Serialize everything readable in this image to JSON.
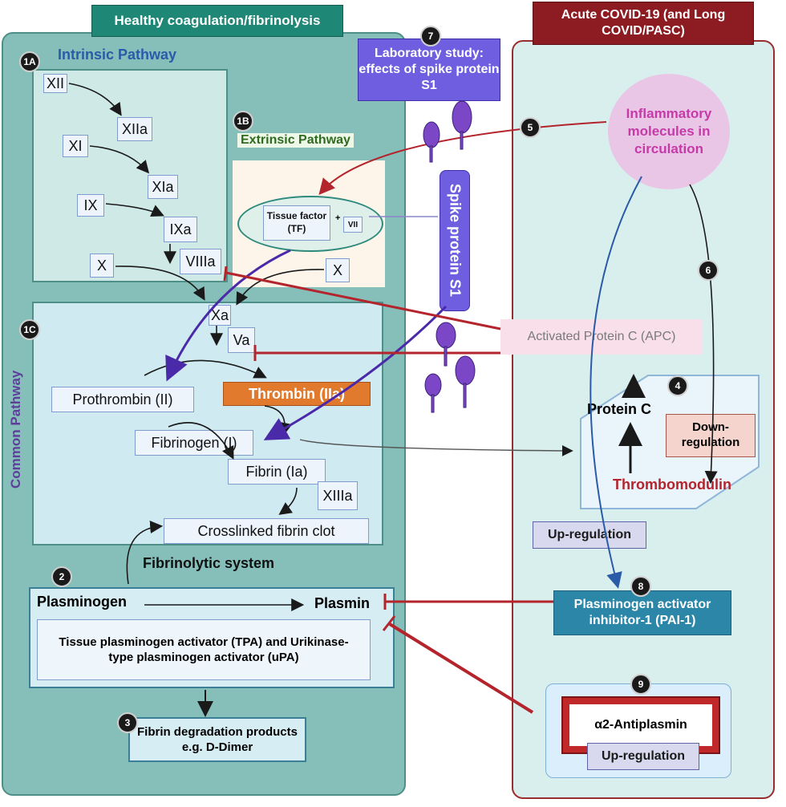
{
  "headers": {
    "left": "Healthy coagulation/fibrinolysis",
    "right": "Acute COVID-19 (and Long COVID/PASC)"
  },
  "step_numbers": {
    "n1a": "1A",
    "n1b": "1B",
    "n1c": "1C",
    "n2": "2",
    "n3": "3",
    "n4": "4",
    "n5": "5",
    "n6": "6",
    "n7": "7",
    "n8": "8",
    "n9": "9"
  },
  "intrinsic": {
    "title": "Intrinsic Pathway",
    "factors": [
      "XII",
      "XIIa",
      "XI",
      "XIa",
      "IX",
      "IXa",
      "VIIIa",
      "X"
    ]
  },
  "extrinsic": {
    "title": "Extrinsic Pathway",
    "tissue_factor": "Tissue factor (TF)",
    "plus": "+",
    "vii": "VII",
    "x": "X"
  },
  "common": {
    "title": "Common Pathway",
    "xa": "Xa",
    "va": "Va",
    "prothrombin": "Prothrombin (II)",
    "thrombin": "Thrombin (IIa)",
    "fibrinogen": "Fibrinogen (I)",
    "fibrin": "Fibrin (Ia)",
    "xiiia": "XIIIa",
    "clot": "Crosslinked fibrin clot"
  },
  "fibrinolytic": {
    "title": "Fibrinolytic system",
    "plasminogen": "Plasminogen",
    "plasmin": "Plasmin",
    "activators": "Tissue plasminogen activator (TPA) and Urikinase-type plasminogen activator (uPA)",
    "fdp": "Fibrin degradation products e.g. D-Dimer"
  },
  "lab_study": "Laboratory study: effects of spike protein S1",
  "spike_protein": "Spike protein S1",
  "covid": {
    "inflammatory": "Inflammatory molecules in circulation",
    "apc": "Activated Protein C (APC)",
    "protein_c": "Protein C",
    "down_regulation": "Down-regulation",
    "thrombomodulin": "Thrombomodulin",
    "up_regulation_pai": "Up-regulation",
    "pai": "Plasminogen activator inhibitor-1 (PAI-1)",
    "antiplasmin": "α2-Antiplasmin",
    "up_regulation_anti": "Up-regulation"
  },
  "colors": {
    "panel_left": "#86bfb9",
    "panel_right": "#d9efed",
    "thrombin": "#e27a2d",
    "inhibition": "#b3242c",
    "spike": "#6f5fe0",
    "thrombomodulin": "#b3242c"
  }
}
